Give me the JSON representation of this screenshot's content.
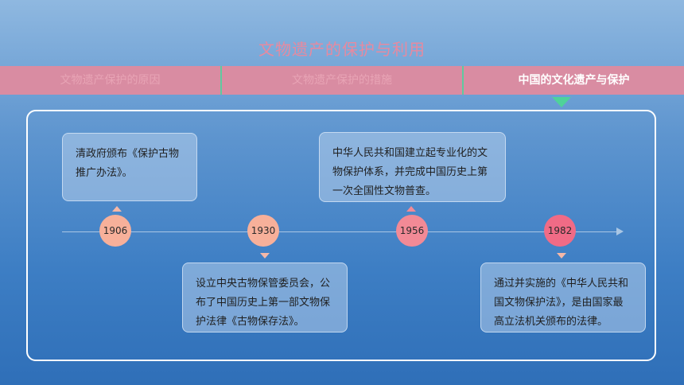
{
  "title": "文物遗产的保护与利用",
  "tabs": [
    {
      "label": "文物遗产保护的原因"
    },
    {
      "label": "文物遗产保护的措施"
    },
    {
      "label": "中国的文化遗产与保护"
    }
  ],
  "events": [
    {
      "year": "1906",
      "text": "清政府颁布《保护古物推广办法》。"
    },
    {
      "year": "1930",
      "text": "设立中央古物保管委员会，公布了中国历史上第一部文物保护法律《古物保存法》。"
    },
    {
      "year": "1956",
      "text": "中华人民共和国建立起专业化的文物保护体系，并完成中国历史上第一次全国性文物普查。"
    },
    {
      "year": "1982",
      "text": "通过并实施的《中华人民共和国文物保护法》，是由国家最高立法机关颁布的法律。"
    }
  ],
  "colors": {
    "node_1906": "#f7b09a",
    "node_1930": "#f7b09a",
    "node_1956": "#f28a96",
    "node_1982": "#f06b86"
  }
}
